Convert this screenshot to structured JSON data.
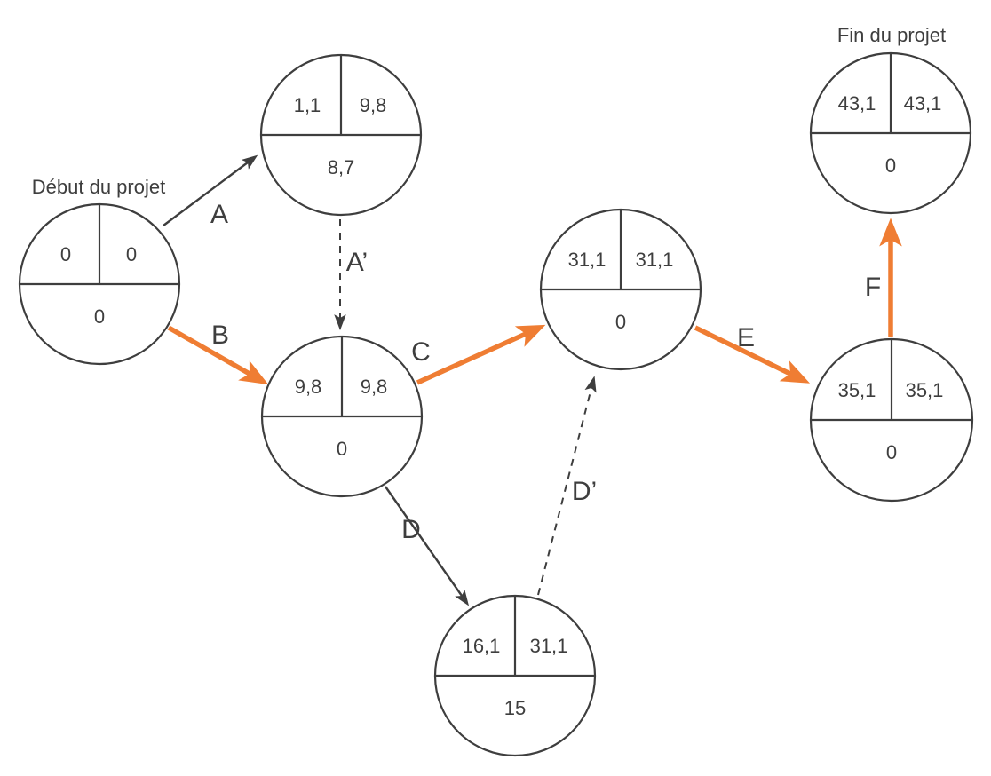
{
  "colors": {
    "line": "#3E3E3E",
    "critical_path": "#EF7D33",
    "background": "#FFFFFF"
  },
  "nodes": [
    {
      "name": "start",
      "title": "Début du projet",
      "early": "0",
      "late": "0",
      "slack": "0"
    },
    {
      "name": "after-a",
      "early": "1,1",
      "late": "9,8",
      "slack": "8,7"
    },
    {
      "name": "after-b",
      "early": "9,8",
      "late": "9,8",
      "slack": "0"
    },
    {
      "name": "after-c",
      "early": "31,1",
      "late": "31,1",
      "slack": "0"
    },
    {
      "name": "after-d",
      "early": "16,1",
      "late": "31,1",
      "slack": "15"
    },
    {
      "name": "after-e",
      "early": "35,1",
      "late": "35,1",
      "slack": "0"
    },
    {
      "name": "end",
      "title": "Fin du projet",
      "early": "43,1",
      "late": "43,1",
      "slack": "0"
    }
  ],
  "edges": [
    {
      "label": "A",
      "style": "normal"
    },
    {
      "label": "A’",
      "style": "dummy"
    },
    {
      "label": "B",
      "style": "critical"
    },
    {
      "label": "C",
      "style": "critical"
    },
    {
      "label": "D",
      "style": "normal"
    },
    {
      "label": "D’",
      "style": "dummy"
    },
    {
      "label": "E",
      "style": "critical"
    },
    {
      "label": "F",
      "style": "critical"
    }
  ]
}
